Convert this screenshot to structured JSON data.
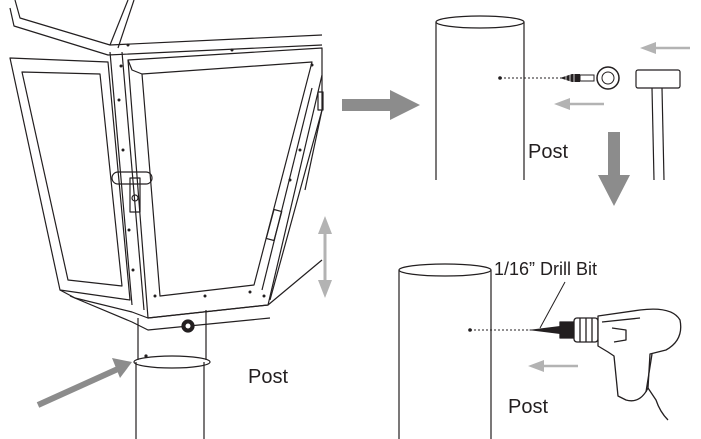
{
  "labels": {
    "post_left": "Post",
    "post_top_right": "Post",
    "post_bottom_right": "Post",
    "drill_bit": "1/16” Drill Bit"
  },
  "colors": {
    "line": "#231f20",
    "arrow_dark": "#8c8c8c",
    "arrow_light": "#b3b3b3"
  }
}
